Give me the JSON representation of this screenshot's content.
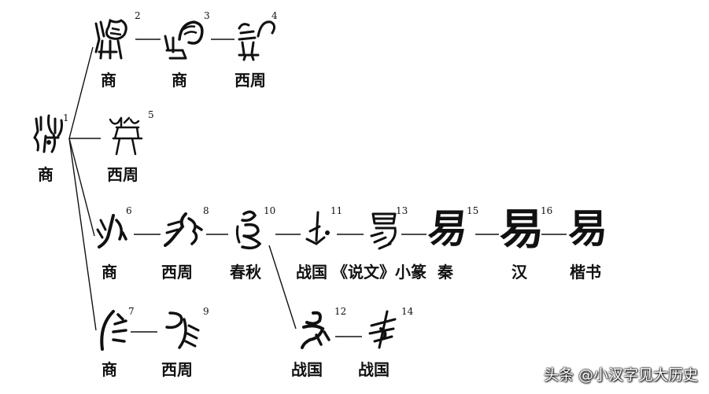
{
  "forms": [
    {
      "id": "f1",
      "num": "1",
      "glyph": "&#xF8FF;",
      "label": "商"
    },
    {
      "id": "f2",
      "num": "2",
      "label": "商"
    },
    {
      "id": "f3",
      "num": "3",
      "label": "商"
    },
    {
      "id": "f4",
      "num": "4",
      "label": "西周"
    },
    {
      "id": "f5",
      "num": "5",
      "label": "西周"
    },
    {
      "id": "f6",
      "num": "6",
      "label": "商"
    },
    {
      "id": "f8",
      "num": "8",
      "label": "西周"
    },
    {
      "id": "f10",
      "num": "10",
      "label": "春秋"
    },
    {
      "id": "f11",
      "num": "11",
      "label": "战国"
    },
    {
      "id": "f13",
      "num": "13",
      "label": "《说文》小篆"
    },
    {
      "id": "f15",
      "num": "15",
      "label": "秦"
    },
    {
      "id": "f16",
      "num": "16",
      "label": "汉"
    },
    {
      "id": "f17",
      "num": "",
      "label": "楷书"
    },
    {
      "id": "f7",
      "num": "7",
      "label": "商"
    },
    {
      "id": "f9",
      "num": "9",
      "label": "西周"
    },
    {
      "id": "f12",
      "num": "12",
      "label": "战国"
    },
    {
      "id": "f14",
      "num": "14",
      "label": "战国"
    }
  ],
  "modern_glyphs": {
    "f15": "易",
    "f16": "易",
    "f17": "易"
  },
  "watermark": "头条 @小汉字见大历史"
}
